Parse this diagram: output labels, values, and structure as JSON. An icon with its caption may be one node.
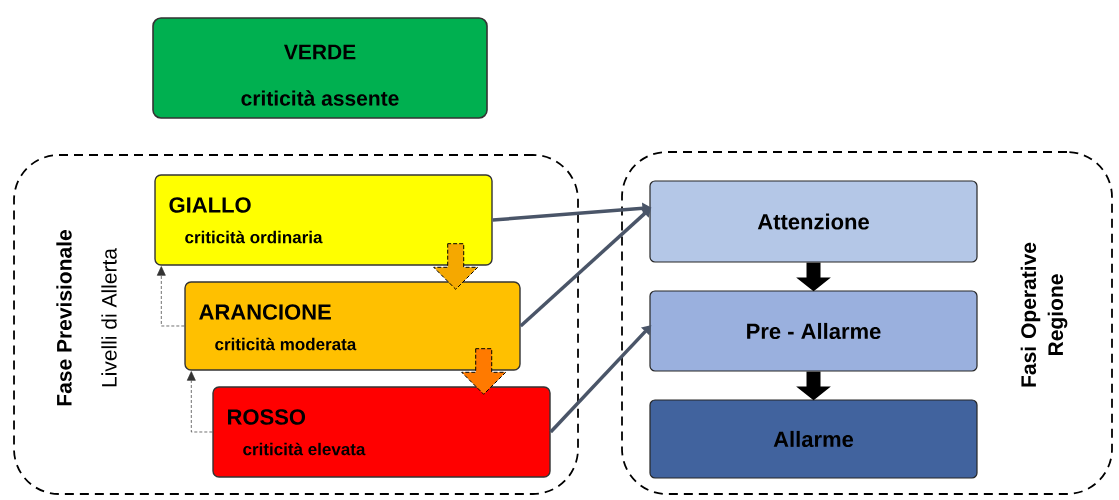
{
  "diagram": {
    "nodes": [
      {
        "text": [
          "VERDE",
          "criticità assente"
        ]
      },
      {
        "text": [
          "Fase Previsionale",
          "Livelli di Allerta"
        ]
      },
      {
        "text": [
          "GIALLO",
          "criticità ordinaria"
        ],
        "in": 1
      },
      {
        "text": [
          "ARANCIONE",
          "criticità moderata"
        ],
        "in": 1
      },
      {
        "text": [
          "ROSSO",
          "criticità elevata"
        ],
        "in": 1
      },
      {
        "text": [
          "Fasi Operative Regione"
        ]
      },
      {
        "text": [
          "Attenzione"
        ],
        "in": 5
      },
      {
        "text": [
          "Pre - Allarme"
        ],
        "in": 5
      },
      {
        "text": [
          "Allarme"
        ],
        "in": 5
      }
    ],
    "edges": [
      {
        "from": 2,
        "to": 6,
        "arrow": "to",
        "color": "#4a5568"
      },
      {
        "from": 3,
        "to": 6,
        "arrow": "to",
        "color": "#4a5568"
      },
      {
        "from": 4,
        "to": 7,
        "arrow": "to",
        "color": "#4a5568"
      },
      {
        "from": 2,
        "to": 3,
        "arrow": "to",
        "style": "dashed",
        "color": "#f5a800"
      },
      {
        "from": 3,
        "to": 4,
        "arrow": "to",
        "style": "dashed",
        "color": "#ff7a00"
      },
      {
        "from": 3,
        "to": 2,
        "arrow": "to",
        "style": "dashed"
      },
      {
        "from": 4,
        "to": 3,
        "arrow": "to",
        "style": "dashed"
      },
      {
        "from": 6,
        "to": 7,
        "arrow": "to",
        "style": "thick",
        "color": "#000000"
      },
      {
        "from": 7,
        "to": 8,
        "arrow": "to",
        "style": "thick",
        "color": "#000000"
      }
    ]
  }
}
